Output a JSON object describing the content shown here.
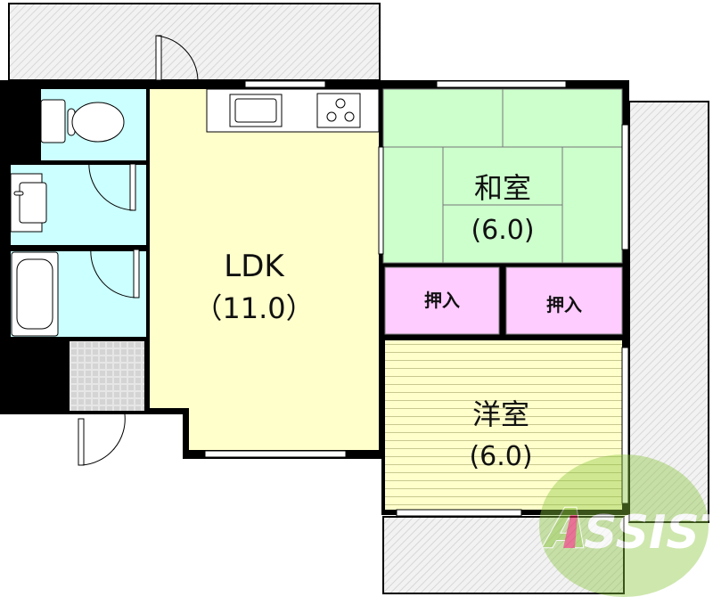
{
  "rooms": {
    "ldk": {
      "name": "LDK",
      "size": "（11.0）"
    },
    "washitsu": {
      "name": "和室",
      "size": "(6.0)"
    },
    "yoshitsu": {
      "name": "洋室",
      "size": "(6.0)"
    },
    "oshiire_1": {
      "name": "押入"
    },
    "oshiire_2": {
      "name": "押入"
    }
  },
  "logo": {
    "text": "ASSIST",
    "color_green": "#8cc63f",
    "color_red": "#e0205a"
  },
  "colors": {
    "wall": "#000000",
    "ldk": "#ffffcc",
    "washitsu": "#ccffcc",
    "oshiire": "#ffccff",
    "yoshitsu": "#ffffcc",
    "wet_area": "#ccffff",
    "balcony": "#eeeeee",
    "genkan": "#dddddd"
  }
}
